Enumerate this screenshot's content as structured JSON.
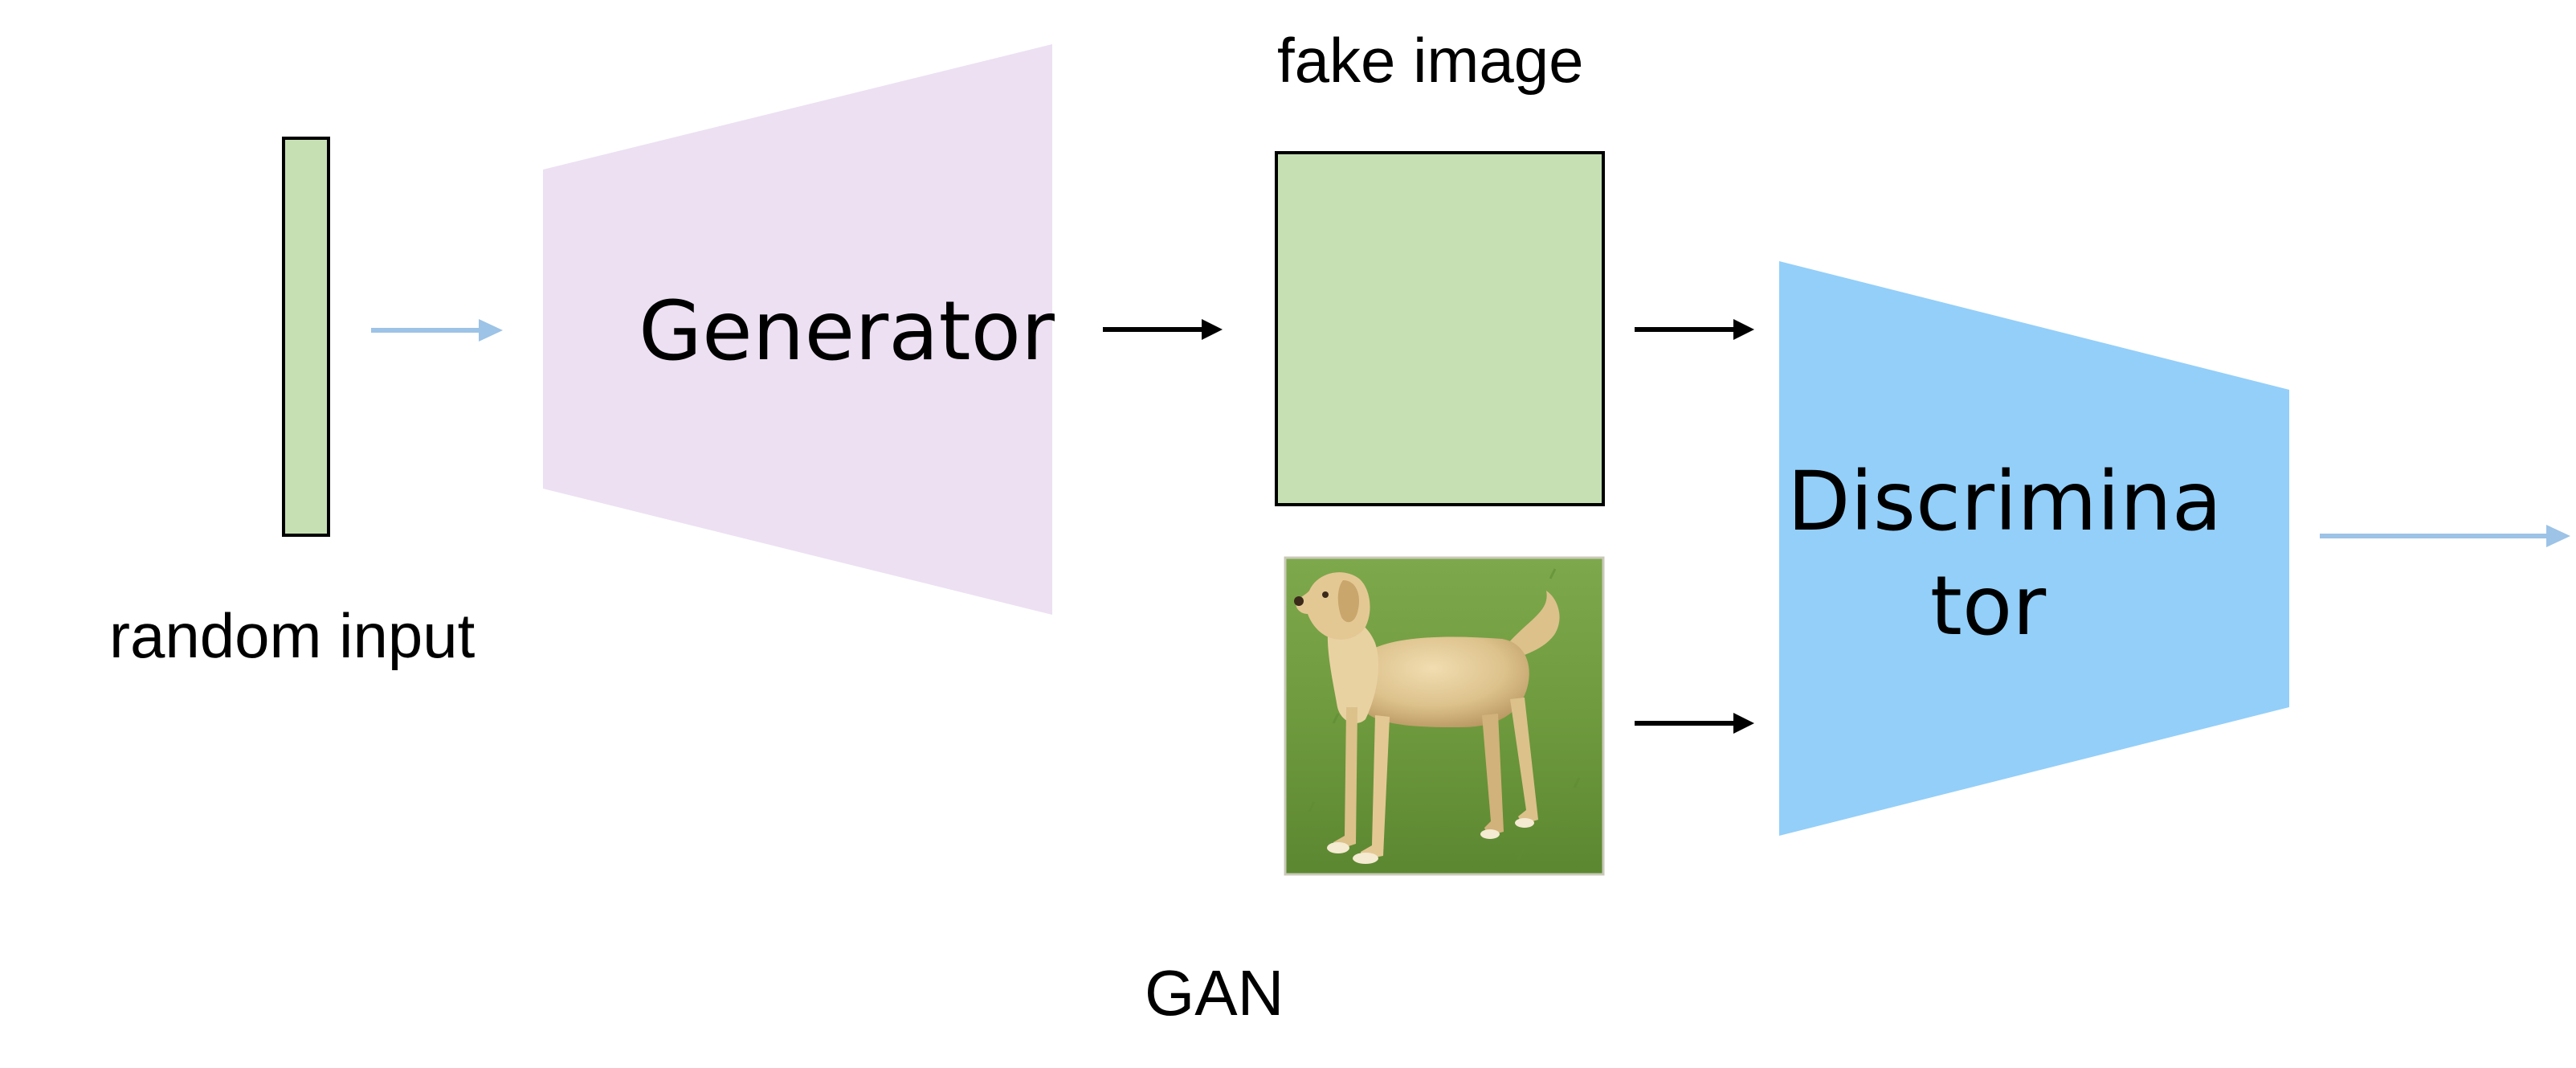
{
  "diagram": {
    "labels": {
      "random_input": "random input",
      "generator": "Generator",
      "fake_image": "fake image",
      "discriminator_line1": "Discrimina",
      "discriminator_line2": "tor",
      "caption": "GAN"
    },
    "colors": {
      "random_input_fill": "#c6e0b4",
      "generator_fill": "#ece0f2",
      "fake_image_fill": "#c6e0b4",
      "discriminator_fill": "#93cff9",
      "light_arrow": "#9dc3e6",
      "dark_arrow": "#000000",
      "grass": "#6f9a3e",
      "dog_fur": "#d9bf8a"
    },
    "icons": {
      "real_image": "labrador-dog-photo"
    }
  }
}
